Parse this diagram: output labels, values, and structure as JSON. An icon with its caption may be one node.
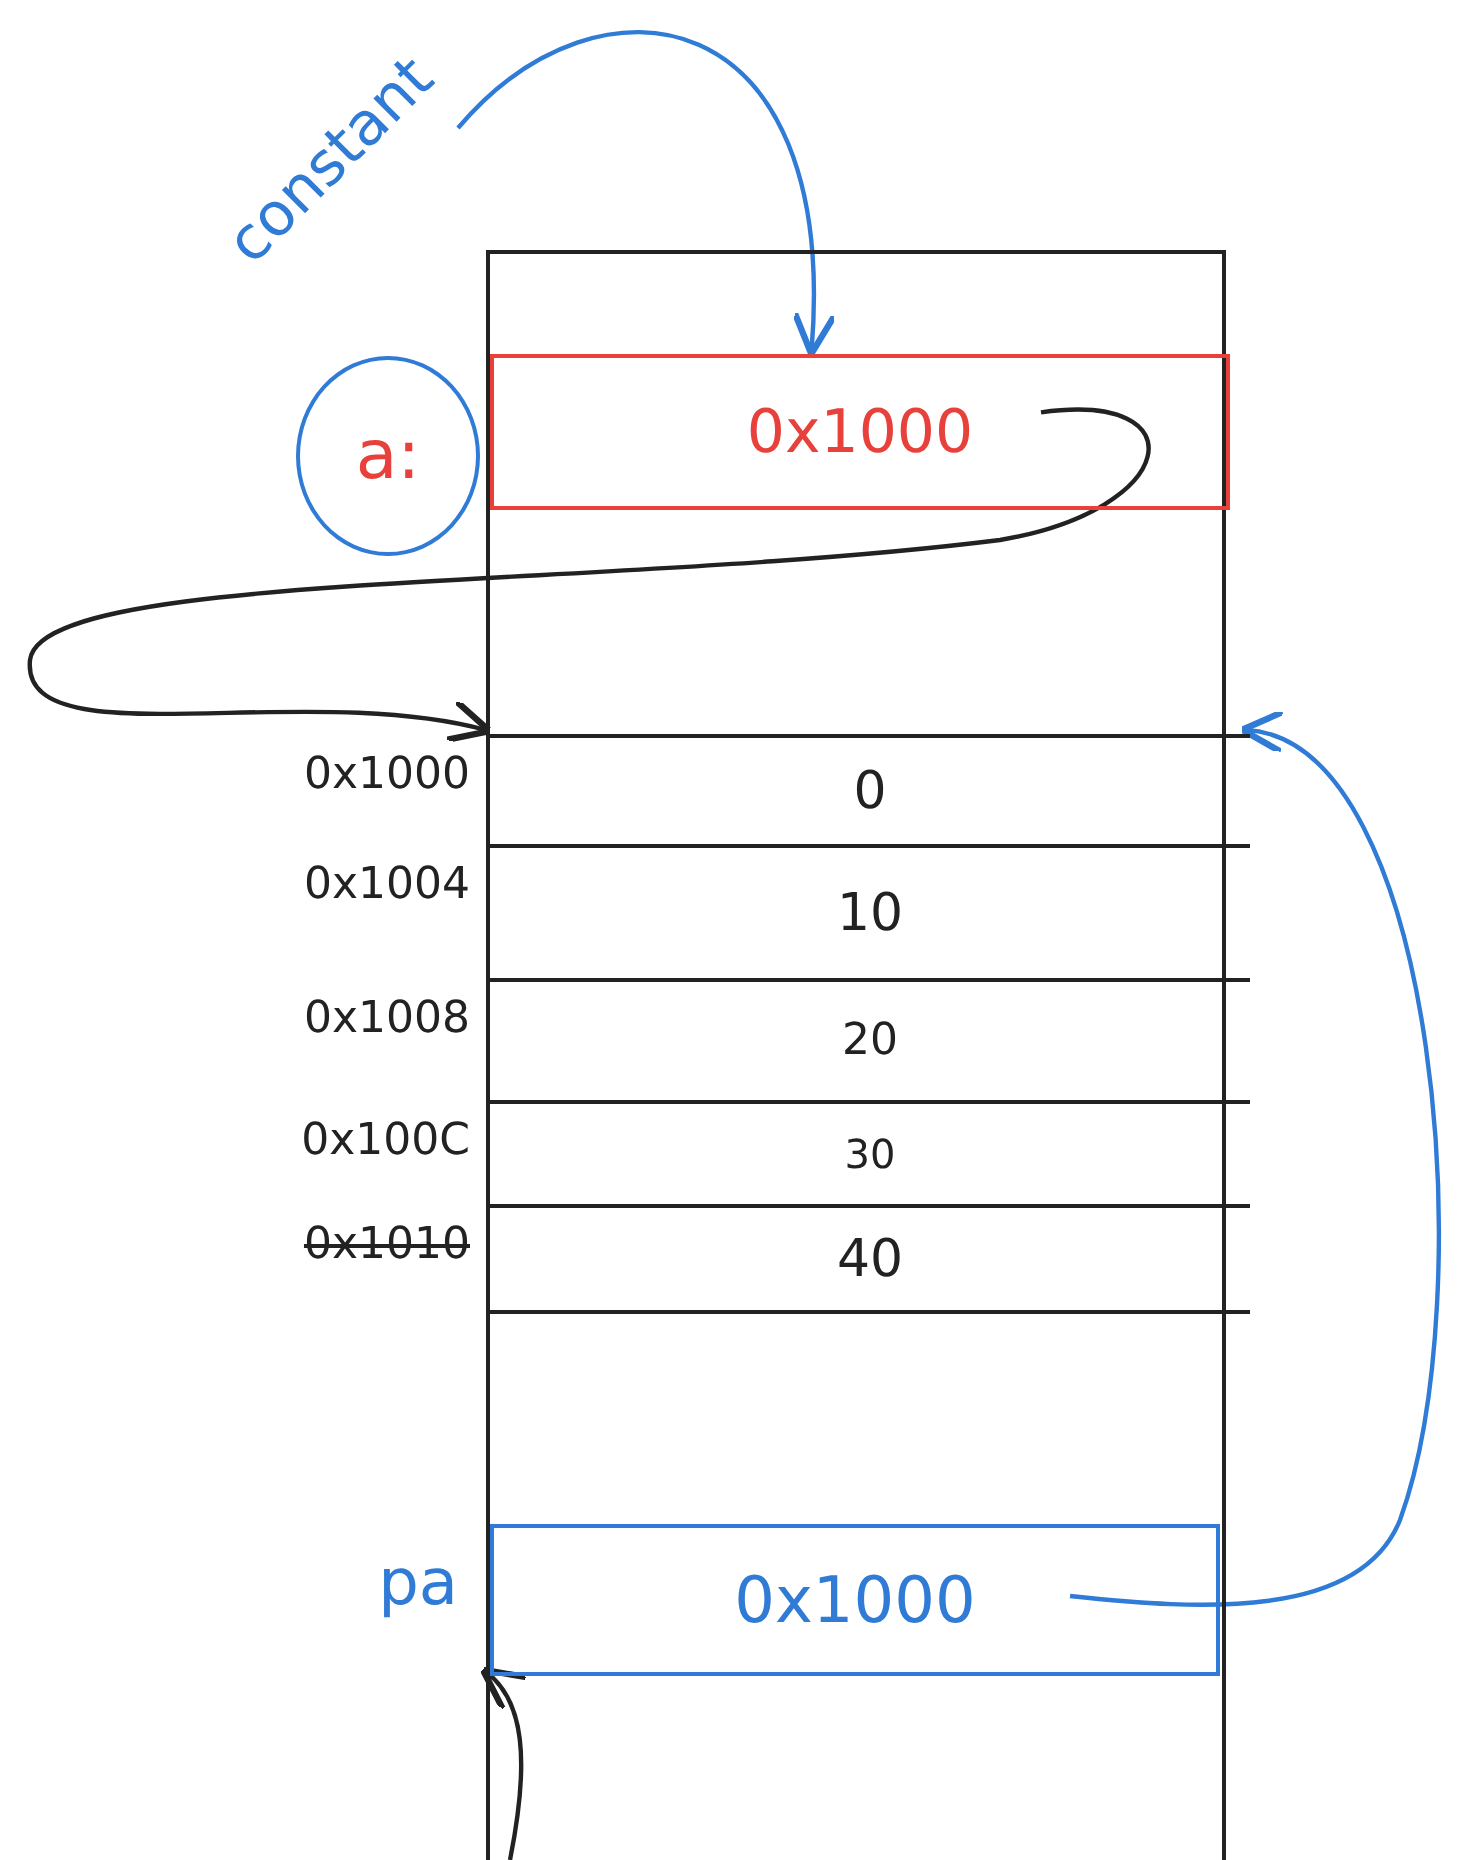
{
  "diagram": {
    "nodes": [
      {
        "text": [],
        "shape": "box"
      },
      {
        "text": [
          "constant"
        ]
      },
      {
        "text": [
          "a:"
        ]
      },
      {
        "text": [
          "0x1000"
        ],
        "in": 0
      },
      {
        "text": [
          "0"
        ],
        "in": 0,
        "beside": [
          "0x1000"
        ]
      },
      {
        "text": [
          "10"
        ],
        "in": 0,
        "beside": [
          "0x1004"
        ]
      },
      {
        "text": [
          "20"
        ],
        "in": 0,
        "beside": [
          "0x1008"
        ]
      },
      {
        "text": [
          "30"
        ],
        "in": 0,
        "beside": [
          "0x100C"
        ]
      },
      {
        "text": [
          "40"
        ],
        "in": 0,
        "beside": [
          "0x1010"
        ]
      },
      {
        "text": [
          "0x1000"
        ],
        "in": 0,
        "beside": [
          "pa"
        ]
      }
    ],
    "edges": [
      {
        "from": 1,
        "to": 3,
        "arrow": "to",
        "color": "#2f7bd6"
      },
      {
        "from": 3,
        "to": 4,
        "arrow": "to",
        "color": "#222222"
      },
      {
        "from": 9,
        "to": 4,
        "arrow": "to",
        "color": "#2f7bd6"
      },
      {
        "from": null,
        "to": 9,
        "arrow": "to",
        "color": "#222222"
      }
    ]
  }
}
